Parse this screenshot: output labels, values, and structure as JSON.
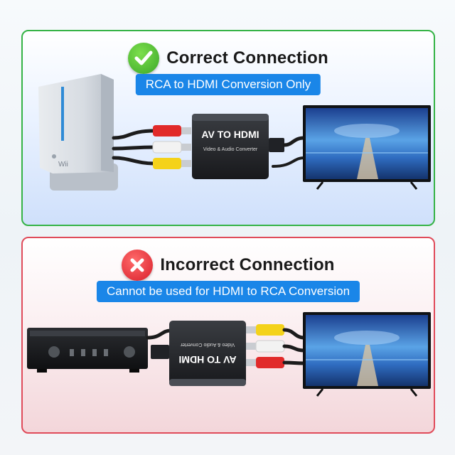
{
  "correct": {
    "title": "Correct Connection",
    "subtitle": "RCA to HDMI Conversion Only",
    "console_brand": "Wii",
    "converter_title": "AV TO HDMI",
    "converter_subtitle": "Video & Audio Converter"
  },
  "incorrect": {
    "title": "Incorrect Connection",
    "subtitle": "Cannot be used for HDMI to RCA Conversion",
    "converter_title": "AV TO HDMI",
    "converter_subtitle": "Video & Audio Converter"
  },
  "colors": {
    "correct_border": "#35b346",
    "incorrect_border": "#e04b5a",
    "pill_blue": "#1a86e8",
    "rca_red": "#e12a2a",
    "rca_white": "#f2f2f2",
    "rca_yellow": "#f4d21a"
  },
  "icons": [
    "check-circle-icon",
    "cross-circle-icon"
  ]
}
